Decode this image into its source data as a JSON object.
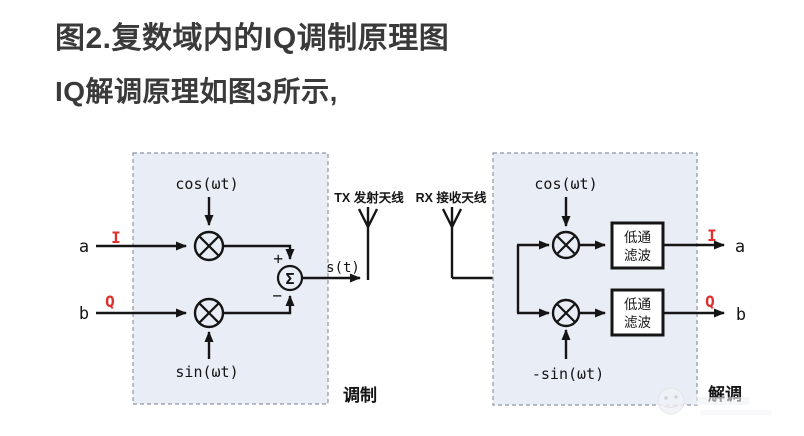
{
  "header": {
    "line1": "图2.复数域内的IQ调制原理图",
    "line2": "IQ解调原理如图3所示,"
  },
  "modulation": {
    "label": "调制",
    "carrier_top": "cos(ωt)",
    "carrier_bottom": "sin(ωt)",
    "input_top_name": "a",
    "input_top_signal": "I",
    "input_bottom_name": "b",
    "input_bottom_signal": "Q",
    "sum_plus": "+",
    "sum_minus": "−",
    "sum_symbol": "Σ",
    "output_signal": "s(t)"
  },
  "antennas": {
    "tx_label": "TX 发射天线",
    "rx_label": "RX 接收天线"
  },
  "demodulation": {
    "label": "解调",
    "carrier_top": "cos(ωt)",
    "carrier_bottom": "-sin(ωt)",
    "lpf_line1": "低通",
    "lpf_line2": "滤波",
    "output_top_signal": "I",
    "output_top_name": "a",
    "output_bottom_signal": "Q",
    "output_bottom_name": "b"
  },
  "colors": {
    "accent_red": "#e0302d",
    "line": "#151515",
    "box_fill": "#e9edf5",
    "box_border": "#8e97a3",
    "title_text": "#3a3a3a"
  }
}
